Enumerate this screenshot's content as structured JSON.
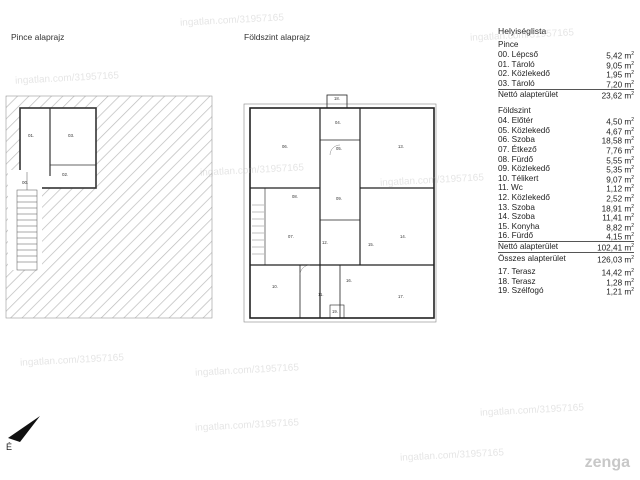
{
  "pince_title": "Pince alaprajz",
  "foldszint_title": "Földszint alaprajz",
  "compass_label": "É",
  "legend": {
    "heading": "Helyiséglista",
    "pince_label": "Pince",
    "pince_rooms": [
      {
        "name": "00. Lépcső",
        "area": "5,42 m",
        "unit_sup": "2"
      },
      {
        "name": "01. Tároló",
        "area": "9,05 m",
        "unit_sup": "2"
      },
      {
        "name": "02. Közlekedő",
        "area": "1,95 m",
        "unit_sup": "2"
      },
      {
        "name": "03. Tároló",
        "area": "7,20 m",
        "unit_sup": "2"
      }
    ],
    "pince_total": {
      "name": "Nettó alapterület",
      "area": "23,62 m",
      "unit_sup": "2"
    },
    "foldszint_label": "Földszint",
    "foldszint_rooms": [
      {
        "name": "04. Előtér",
        "area": "4,50 m",
        "unit_sup": "2"
      },
      {
        "name": "05. Közlekedő",
        "area": "4,67 m",
        "unit_sup": "2"
      },
      {
        "name": "06. Szoba",
        "area": "18,58 m",
        "unit_sup": "2"
      },
      {
        "name": "07. Étkező",
        "area": "7,76 m",
        "unit_sup": "2"
      },
      {
        "name": "08. Fürdő",
        "area": "5,55 m",
        "unit_sup": "2"
      },
      {
        "name": "09. Közlekedő",
        "area": "5,35 m",
        "unit_sup": "2"
      },
      {
        "name": "10. Télikert",
        "area": "9,07 m",
        "unit_sup": "2"
      },
      {
        "name": "11. Wc",
        "area": "1,12 m",
        "unit_sup": "2"
      },
      {
        "name": "12. Közlekedő",
        "area": "2,52 m",
        "unit_sup": "2"
      },
      {
        "name": "13. Szoba",
        "area": "18,91 m",
        "unit_sup": "2"
      },
      {
        "name": "14. Szoba",
        "area": "11,41 m",
        "unit_sup": "2"
      },
      {
        "name": "15. Konyha",
        "area": "8,82 m",
        "unit_sup": "2"
      },
      {
        "name": "16. Fürdő",
        "area": "4,15 m",
        "unit_sup": "2"
      }
    ],
    "foldszint_total": {
      "name": "Nettó alapterület",
      "area": "102,41 m",
      "unit_sup": "2"
    },
    "grand_total": {
      "name": "Összes alapterület",
      "area": "126,03 m",
      "unit_sup": "2"
    },
    "extra_rooms": [
      {
        "name": "17. Terasz",
        "area": "14,42 m",
        "unit_sup": "2"
      },
      {
        "name": "18. Terasz",
        "area": "1,28 m",
        "unit_sup": "2"
      },
      {
        "name": "19. Szélfogó",
        "area": "1,21 m",
        "unit_sup": "2"
      }
    ]
  },
  "plan_labels": {
    "basement": [
      "01.",
      "03.",
      "02.",
      "00."
    ],
    "ground": [
      "06.",
      "04.",
      "05.",
      "13.",
      "07.",
      "08.",
      "09.",
      "14.",
      "10.",
      "11.",
      "12.",
      "15.",
      "16.",
      "17.",
      "18.",
      "19."
    ]
  },
  "watermark": "ingatlan.com/31957165",
  "brand": "zenga"
}
